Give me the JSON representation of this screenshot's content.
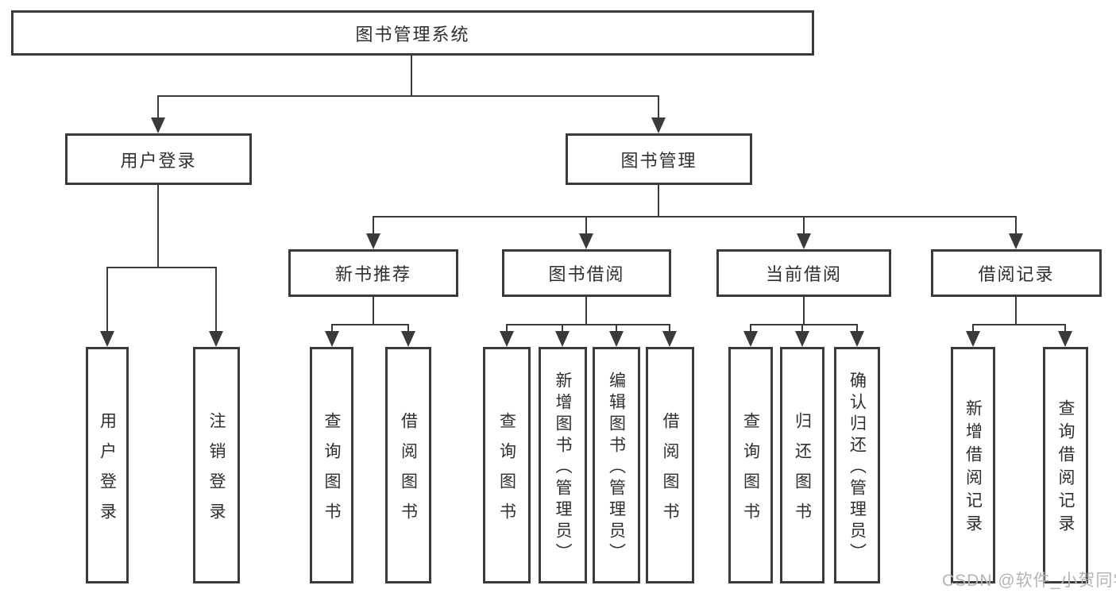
{
  "diagram": {
    "title_node": "图书管理系统",
    "level2": [
      {
        "label": "用户登录"
      },
      {
        "label": "图书管理"
      }
    ],
    "level3": [
      {
        "label": "新书推荐"
      },
      {
        "label": "图书借阅"
      },
      {
        "label": "当前借阅"
      },
      {
        "label": "借阅记录"
      }
    ],
    "level4": [
      {
        "label": "用户登录"
      },
      {
        "label": "注销登录"
      },
      {
        "label": "查询图书"
      },
      {
        "label": "借阅图书"
      },
      {
        "label": "查询图书"
      },
      {
        "label": "新增图书（管理员）"
      },
      {
        "label": "编辑图书（管理员）"
      },
      {
        "label": "借阅图书"
      },
      {
        "label": "查询图书"
      },
      {
        "label": "归还图书"
      },
      {
        "label": "确认归还（管理员）"
      },
      {
        "label": "新增借阅记录"
      },
      {
        "label": "查询借阅记录"
      }
    ]
  },
  "watermark": {
    "text": "CSDN @软件_小贺同学"
  },
  "colors": {
    "line": "#3a3a3a",
    "text": "#2f2f2f",
    "watermark": "#b4b4b4",
    "background": "#ffffff"
  }
}
